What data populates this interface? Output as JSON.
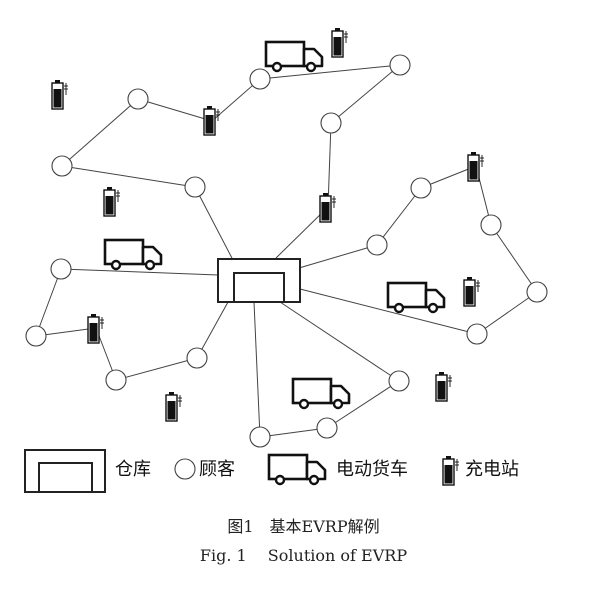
{
  "legend": {
    "depot": "仓库",
    "customer": "顾客",
    "truck": "电动货车",
    "station": "充电站"
  },
  "caption": {
    "cn": "图1　基本EVRP解例",
    "en": "Fig. 1　 Solution of EVRP"
  },
  "routes": [
    [
      "depot",
      "c3",
      "c1",
      "c2",
      "r1_station",
      "c4",
      "c5",
      "r1_station_b",
      "depot"
    ],
    [
      "depot",
      "c9",
      "c11",
      "r2_station",
      "c12",
      "c13",
      "c14",
      "depot"
    ],
    [
      "depot",
      "c15",
      "c16",
      "c17",
      "depot"
    ],
    [
      "depot",
      "c18",
      "c19",
      "c20",
      "c21",
      "c22",
      "depot"
    ]
  ],
  "icons": {
    "depot": "warehouse-icon",
    "customer": "circle-icon",
    "truck": "truck-icon",
    "station": "charging-station-icon"
  }
}
